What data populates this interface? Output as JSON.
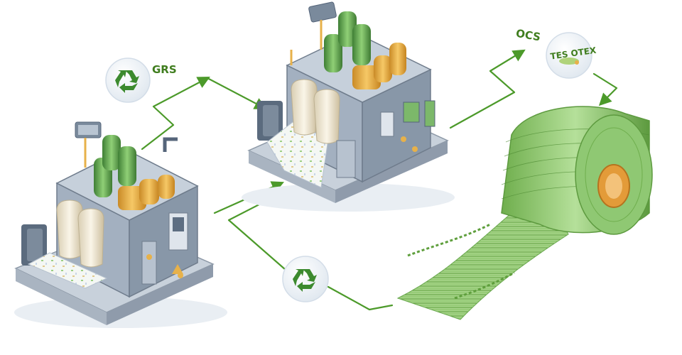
{
  "labels": {
    "grs": "GRS",
    "ocs": "OCS",
    "oeko_tex": "TES OTEX"
  },
  "icons": {
    "recycle_badge_top": "recycle-icon",
    "recycle_badge_bottom": "recycle-icon",
    "certification_badge": "oeko-tex-icon"
  },
  "colors": {
    "flow_arrow": "#4c9a2a",
    "badge_label": "#3f7d1e",
    "machine_body": "#9aa7b6",
    "machine_panel": "#c7d0da",
    "yarn_cone": "#f2ead7",
    "spool_green": "#6aa84f",
    "spool_orange": "#e7b14a",
    "fabric_green": "#8cc56b",
    "roll_core": "#e39b39",
    "recycle_badge_bg": "#eef3f8"
  }
}
